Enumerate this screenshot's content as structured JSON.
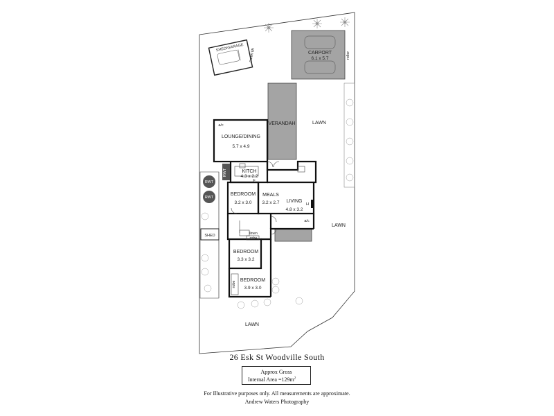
{
  "labels": {
    "shed_garage": "SHED/GARAGE",
    "panel_lift": "panel lift",
    "carport": "CARPORT",
    "carport_dim": "6.1 x 5.7",
    "roller": "roller",
    "verandah": "VERANDAH",
    "lawn_top": "LAWN",
    "lawn_right": "LAWN",
    "lawn_bottom": "LAWN",
    "ac_lounge": "a/c",
    "lounge": "LOUNGE/DINING",
    "lounge_dim": "5.7 x 4.9",
    "kitch": "KITCH",
    "kitch_dim": "4.3 x 2.2",
    "fridge": "F",
    "rwt_wall": "RWT",
    "rwt_1": "RWT",
    "rwt_2": "RWT",
    "bedroom1": "BEDROOM",
    "bedroom1_dim": "3.2 x 3.0",
    "meals": "MEALS",
    "meals_dim": "3.2 x 2.7",
    "living": "LIVING",
    "living_dim": "4.8 x 3.2",
    "living_h": "H",
    "ac_living": "a/c",
    "shed": "SHED",
    "linen": "linen",
    "robe1": "robe",
    "bedroom2": "BEDROOM",
    "bedroom2_dim": "3.3 x 3.2",
    "bedroom3": "BEDROOM",
    "bedroom3_dim": "3.9 x 3.0",
    "robe2": "robe"
  },
  "footer": {
    "title": "26 Esk St Woodville South",
    "area_line1": "Approx Gross",
    "area_line2": "Internal Area =129m",
    "area_unit_sup": "2",
    "disclaimer": "For Illustrative purposes only.  All measurements are approximate.",
    "credit": "Andrew Waters Photography"
  }
}
